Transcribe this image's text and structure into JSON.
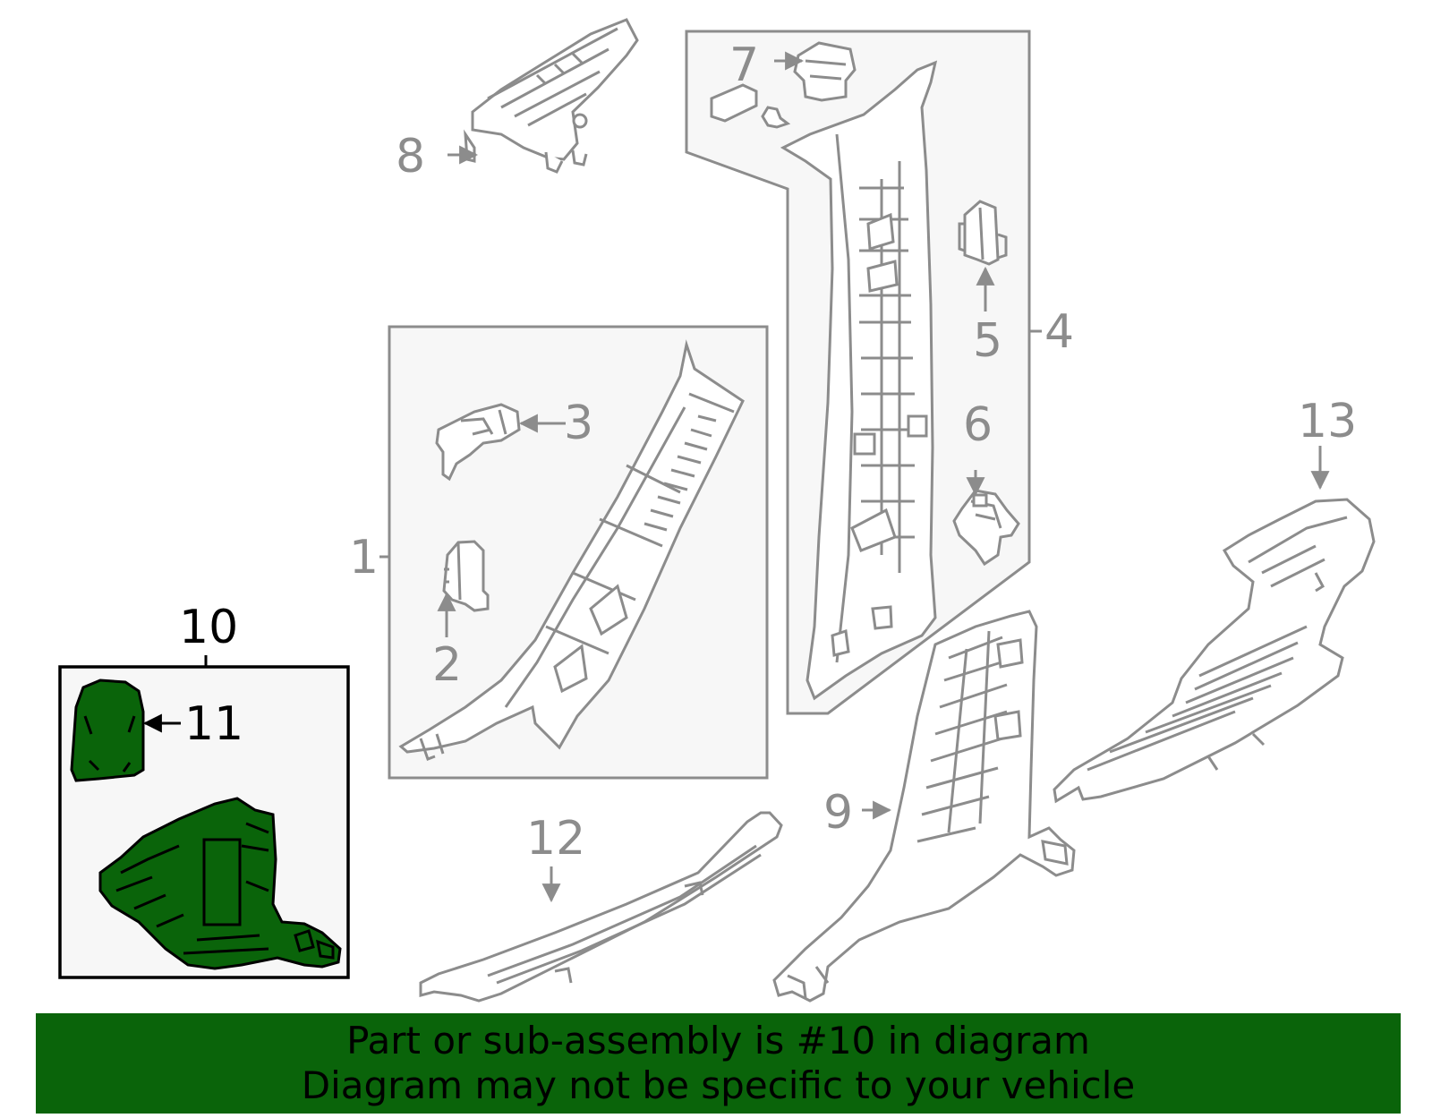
{
  "callouts": {
    "c1": "1",
    "c2": "2",
    "c3": "3",
    "c4": "4",
    "c5": "5",
    "c6": "6",
    "c7": "7",
    "c8": "8",
    "c9": "9",
    "c10": "10",
    "c11": "11",
    "c12": "12",
    "c13": "13"
  },
  "highlight": {
    "part_number": "10",
    "fill_color": "#0a640a",
    "outline_color": "#000000"
  },
  "colors": {
    "line": "#8c8c8c",
    "group_box_fill": "#f7f7f7",
    "banner_bg": "#0a640a"
  },
  "banner": {
    "line1": "Part or sub-assembly is #10 in diagram",
    "line2": "Diagram may not be specific to your vehicle"
  }
}
